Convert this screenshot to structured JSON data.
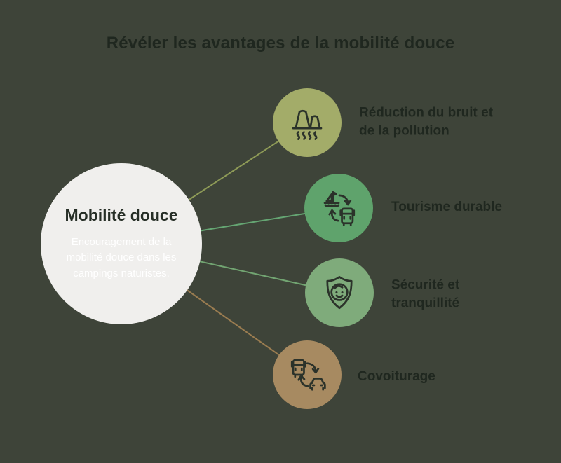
{
  "title": "Révéler les avantages de la mobilité douce",
  "background_color": "#3e4439",
  "text_color": "#1f271f",
  "icon_stroke_color": "#2b322a",
  "hub": {
    "title": "Mobilité douce",
    "subtitle": "Encouragement de la mobilité douce dans les campings naturistes.",
    "fill_color": "#f0efed",
    "title_color": "#262e26",
    "subtitle_color": "#ffffff"
  },
  "nodes": [
    {
      "label": "Réduction du bruit et de la pollution",
      "icon": "pollution-towers-icon",
      "circle_color": "#a3ac69",
      "line_color": "#8e9b57"
    },
    {
      "label": "Tourisme durable",
      "icon": "boat-bus-exchange-icon",
      "circle_color": "#5fa36c",
      "line_color": "#65a673"
    },
    {
      "label": "Sécurité et tranquillité",
      "icon": "shield-smile-icon",
      "circle_color": "#7fab7b",
      "line_color": "#72a572"
    },
    {
      "label": "Covoiturage",
      "icon": "bus-car-exchange-icon",
      "circle_color": "#a78a61",
      "line_color": "#9a7c50"
    }
  ]
}
